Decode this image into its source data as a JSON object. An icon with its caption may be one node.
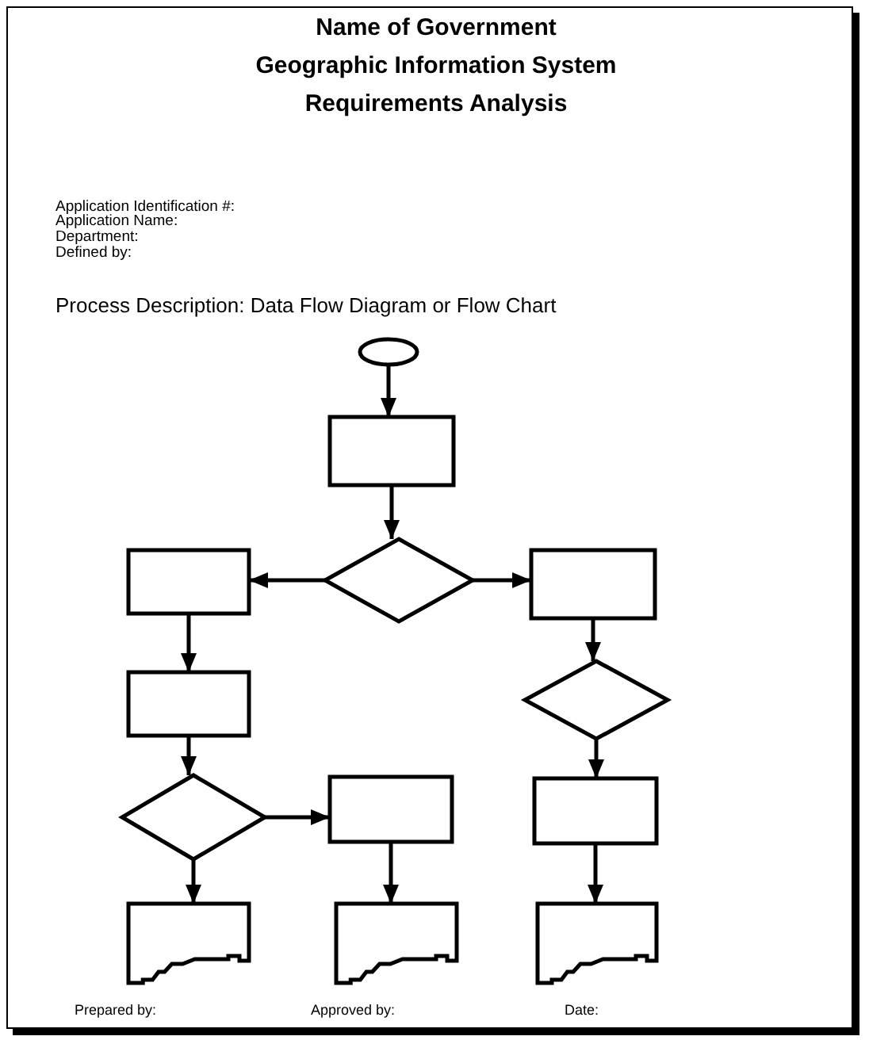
{
  "diagram": {
    "nodes": [
      {
        "text": [],
        "shape": "ellipse"
      },
      {
        "text": [],
        "shape": "box"
      },
      {
        "text": [],
        "shape": "diamond"
      },
      {
        "text": [],
        "shape": "box"
      },
      {
        "text": [],
        "shape": "box"
      },
      {
        "text": [],
        "shape": "box"
      },
      {
        "text": [],
        "shape": "diamond"
      },
      {
        "text": [],
        "shape": "diamond"
      },
      {
        "text": [],
        "shape": "box"
      },
      {
        "text": [],
        "shape": "box"
      },
      {
        "text": [],
        "shape": "document"
      },
      {
        "text": [],
        "shape": "document"
      },
      {
        "text": [],
        "shape": "document"
      }
    ],
    "edges": [
      {
        "from": 0,
        "to": 1,
        "arrow": "to"
      },
      {
        "from": 1,
        "to": 2,
        "arrow": "to"
      },
      {
        "from": 2,
        "to": 3,
        "arrow": "to"
      },
      {
        "from": 2,
        "to": 4,
        "arrow": "to"
      },
      {
        "from": 3,
        "to": 5,
        "arrow": "to"
      },
      {
        "from": 4,
        "to": 6,
        "arrow": "to"
      },
      {
        "from": 5,
        "to": 7,
        "arrow": "to"
      },
      {
        "from": 6,
        "to": 9,
        "arrow": "to"
      },
      {
        "from": 7,
        "to": 8,
        "arrow": "to"
      },
      {
        "from": 7,
        "to": 10,
        "arrow": "to"
      },
      {
        "from": 8,
        "to": 11,
        "arrow": "to"
      },
      {
        "from": 9,
        "to": 12,
        "arrow": "to"
      }
    ],
    "labels": [
      "Name of Government",
      "Geographic Information System",
      "Requirements Analysis",
      "Application Identification #:",
      "Application Name:",
      "Department:",
      "Defined by:",
      "Process Description: Data Flow Diagram or Flow Chart",
      "Prepared by:",
      "Approved by:",
      "Date:"
    ]
  }
}
